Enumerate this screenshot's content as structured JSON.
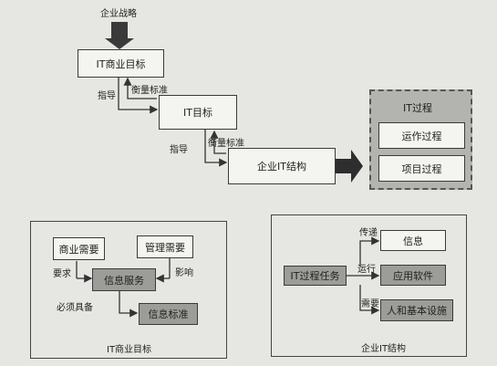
{
  "top": {
    "strategy": "企业战略",
    "biz_goal": "IT商业目标",
    "it_goal": "IT目标",
    "it_structure": "企业IT结构",
    "guide_1": "指导",
    "measure_1": "衡量标准",
    "guide_2": "指导",
    "measure_2": "衡量标准"
  },
  "process_group": {
    "title": "IT过程",
    "items": [
      "运作过程",
      "项目过程"
    ]
  },
  "biz_panel": {
    "caption": "IT商业目标",
    "biz_needs": "商业需要",
    "mgmt_needs": "管理需要",
    "info_service": "信息服务",
    "info_standard": "信息标准",
    "requires": "要求",
    "affects": "影响",
    "must_have": "必须具备"
  },
  "struct_panel": {
    "caption": "企业IT结构",
    "task": "IT过程任务",
    "info": "信息",
    "apps": "应用软件",
    "infra": "人和基本设施",
    "deliver": "传递",
    "run": "运行",
    "need": "需要"
  }
}
